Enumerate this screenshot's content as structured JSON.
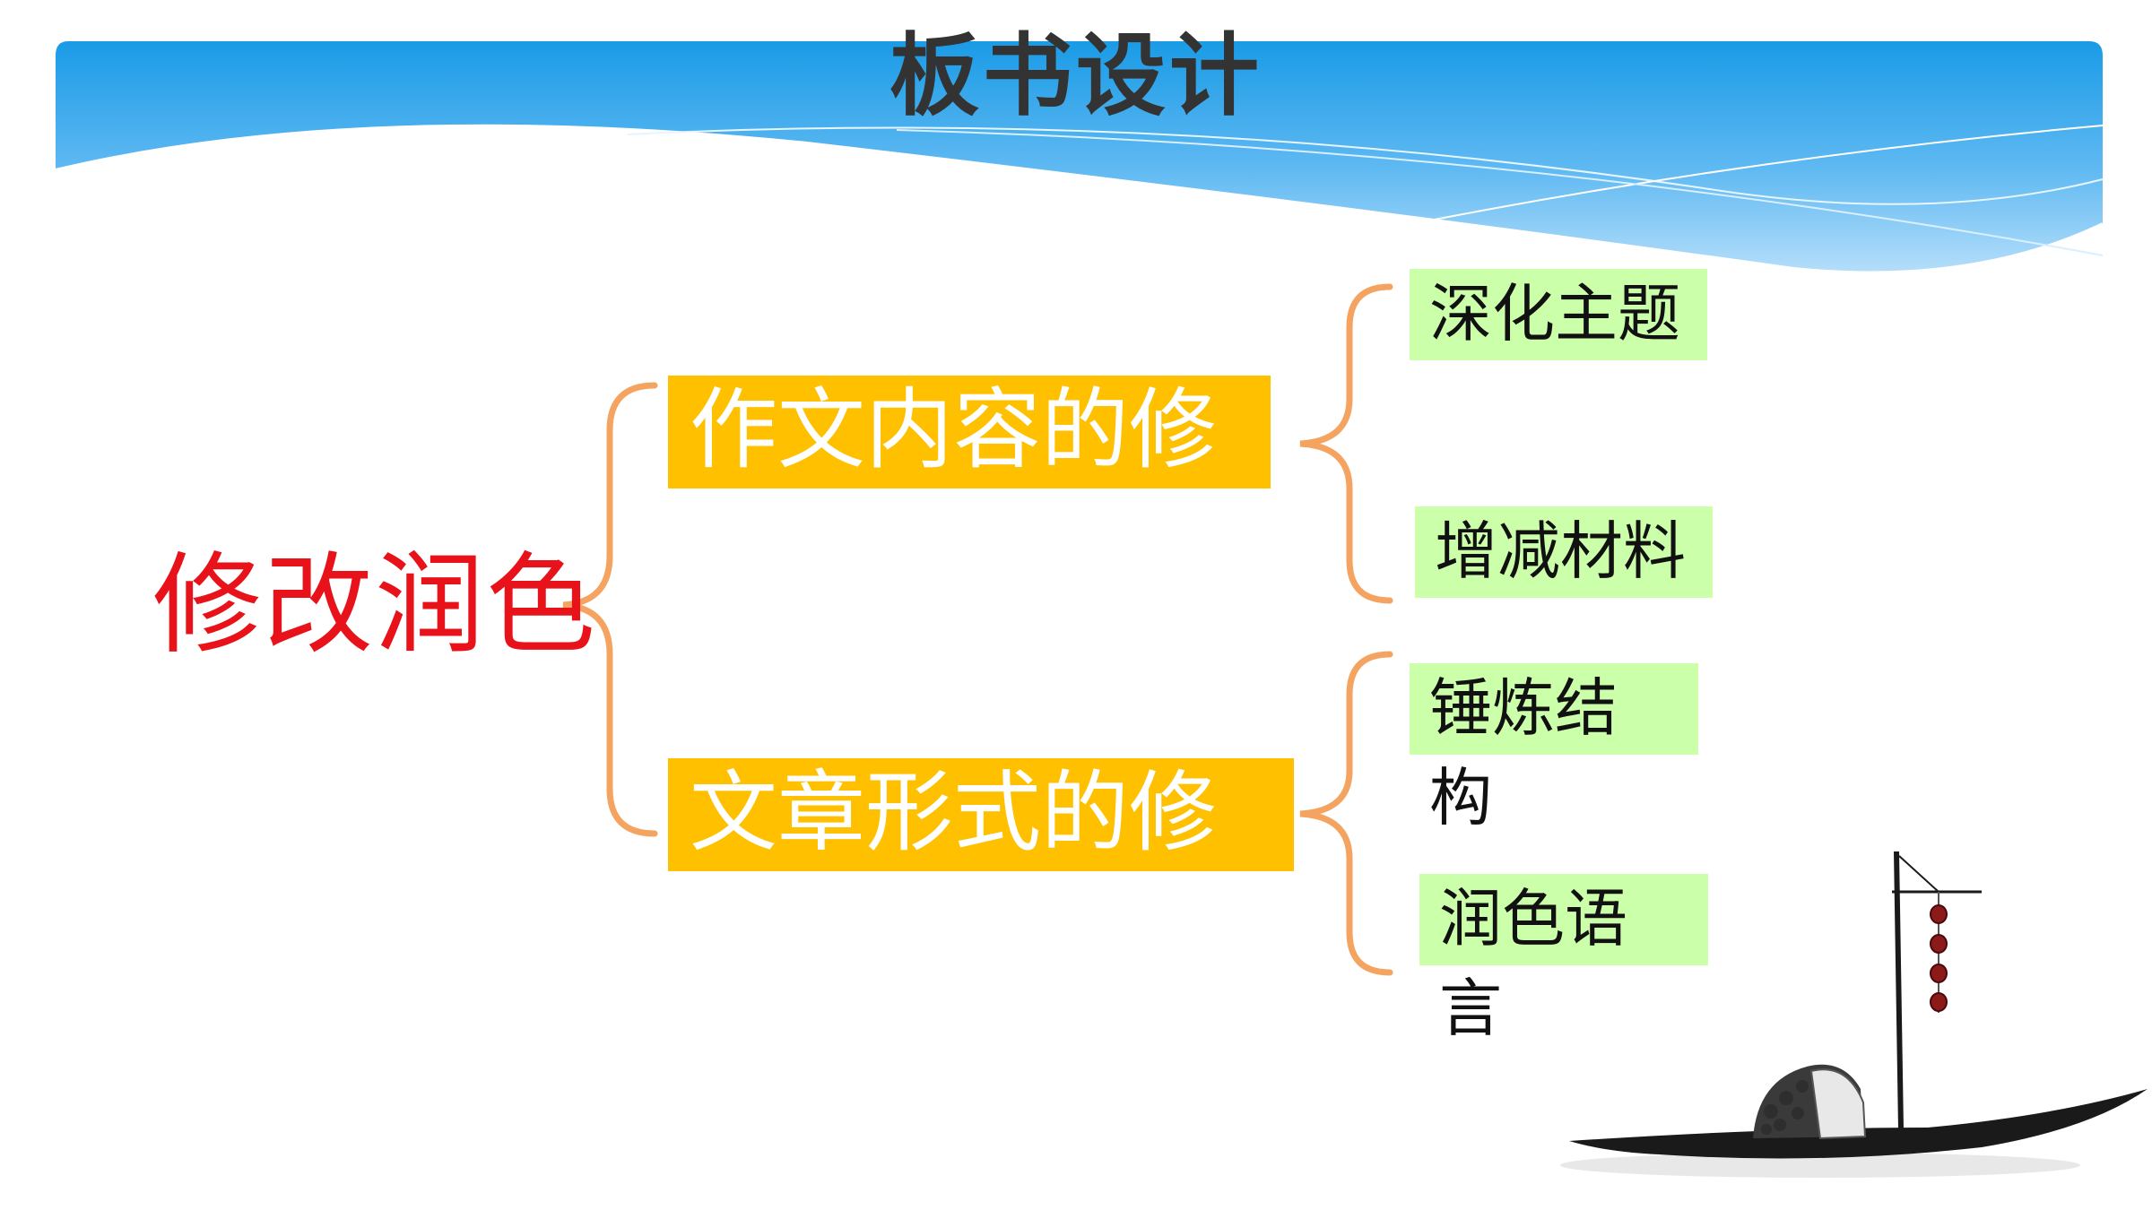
{
  "slide": {
    "title": "板书设计"
  },
  "diagram": {
    "root": "修改润色",
    "branches": [
      {
        "label": "作文内容的修改",
        "children": [
          "深化主题",
          "增减材料"
        ]
      },
      {
        "label": "文章形式的修改",
        "children": [
          "锤炼结构",
          "润色语言"
        ]
      }
    ]
  },
  "colors": {
    "banner_top": "#1a9be6",
    "banner_bottom": "#a8d8f8",
    "root_text": "#e8121a",
    "branch_fill": "#ffc000",
    "leaf_fill": "#ccffaa",
    "brace_stroke": "#f4a460"
  },
  "decoration": {
    "bottom_right": "boat-with-lanterns-illustration"
  }
}
